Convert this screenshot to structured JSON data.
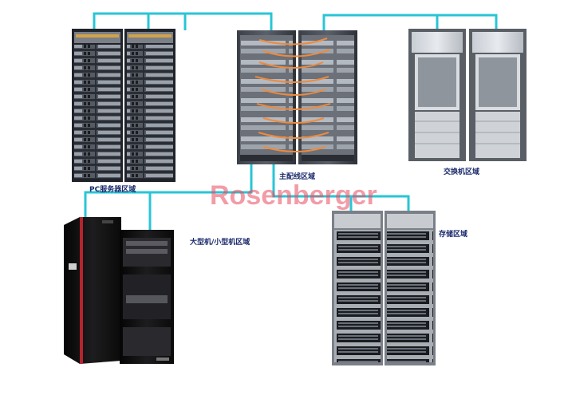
{
  "watermark": "Rosenberger",
  "zones": {
    "pc_server": "PC服务器区域",
    "main_distribution": "主配线区域",
    "switch": "交换机区域",
    "mainframe": "大型机/小型机区域",
    "storage": "存储区域"
  },
  "colors": {
    "link": "#29c5d6",
    "patch": "#ee8a3c",
    "label": "#1a2a6c",
    "watermark": "#e84a5f"
  }
}
